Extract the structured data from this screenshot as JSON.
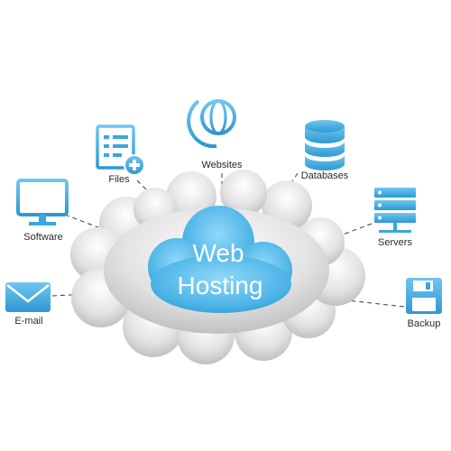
{
  "center": {
    "line1": "Web",
    "line2": "Hosting"
  },
  "nodes": {
    "websites": {
      "label": "Websites",
      "icon": "globe-icon"
    },
    "files": {
      "label": "Files",
      "icon": "file-add-icon"
    },
    "databases": {
      "label": "Databases",
      "icon": "database-icon"
    },
    "software": {
      "label": "Software",
      "icon": "monitor-icon"
    },
    "servers": {
      "label": "Servers",
      "icon": "server-icon"
    },
    "email": {
      "label": "E-mail",
      "icon": "envelope-icon"
    },
    "backup": {
      "label": "Backup",
      "icon": "floppy-disk-icon"
    }
  },
  "colors": {
    "accent": "#3aa7df",
    "accent_light": "#7fd0f5",
    "cloud_gray": "#d9d9d9",
    "line": "#3a3a3a"
  }
}
